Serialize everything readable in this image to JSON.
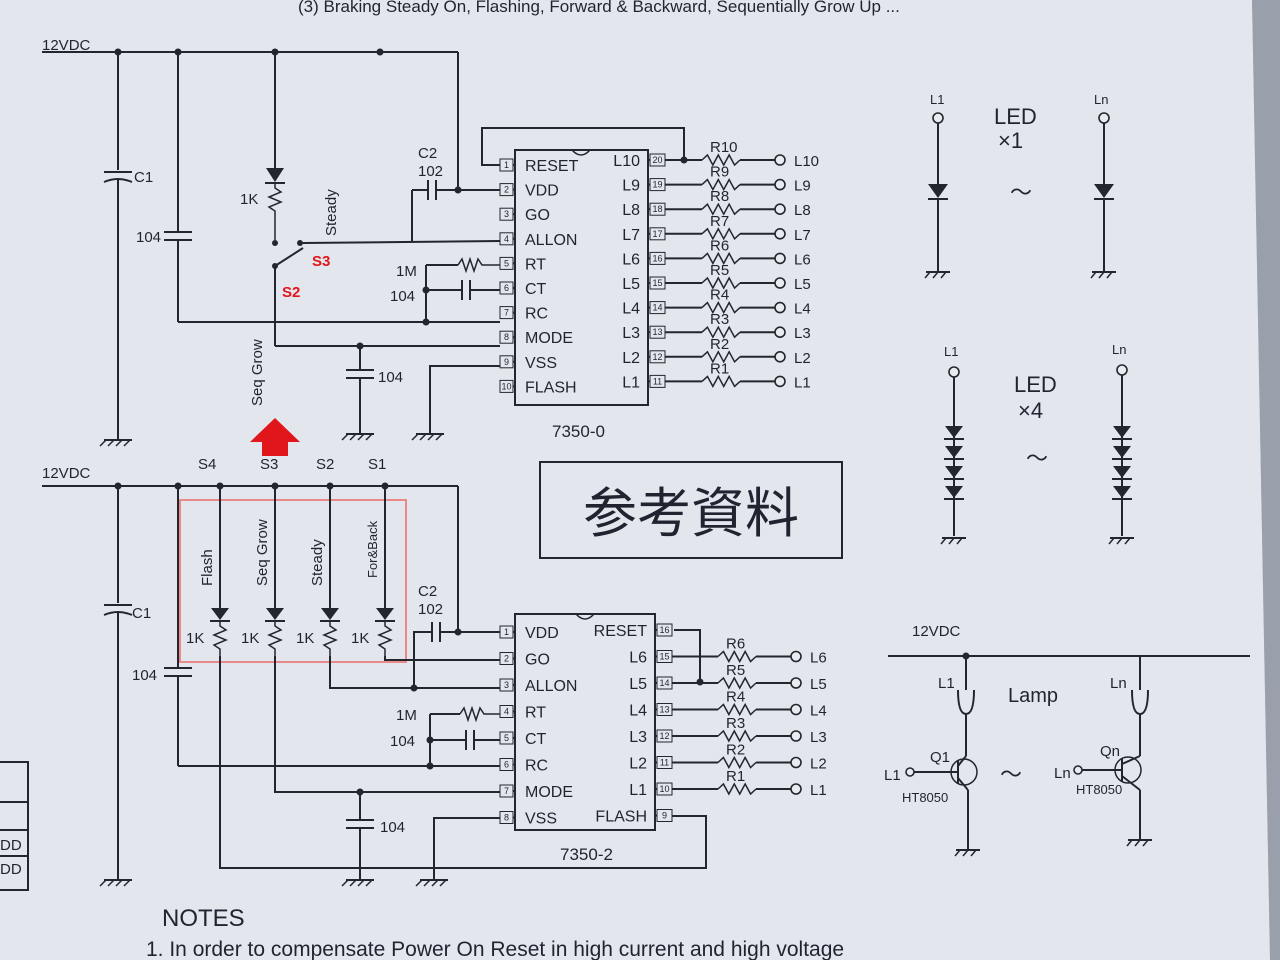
{
  "header_fragment": "(3) Braking        Steady On, Flashing, Forward & Backward, Sequentially Grow Up ...",
  "stamp": "参考資料",
  "notes": {
    "title": "NOTES",
    "item1": "1.  In order to compensate Power On Reset in high current and high voltage"
  },
  "left_margin_text": [
    "DD",
    "DD"
  ],
  "colors": {
    "wire": "#23262e",
    "paper": "#e4e7ed",
    "highlight_red": "#e0161b",
    "box_pink": "#e88a8a"
  },
  "top_circuit": {
    "supply": "12VDC",
    "ic_name": "7350-0",
    "left_pins": [
      {
        "num": "1",
        "name": "RESET"
      },
      {
        "num": "2",
        "name": "VDD"
      },
      {
        "num": "3",
        "name": "GO"
      },
      {
        "num": "4",
        "name": "ALLON"
      },
      {
        "num": "5",
        "name": "RT"
      },
      {
        "num": "6",
        "name": "CT"
      },
      {
        "num": "7",
        "name": "RC"
      },
      {
        "num": "8",
        "name": "MODE"
      },
      {
        "num": "9",
        "name": "VSS"
      },
      {
        "num": "10",
        "name": "FLASH"
      }
    ],
    "right_pins": [
      {
        "num": "20",
        "name": "L10",
        "res": "R10",
        "out": "L10"
      },
      {
        "num": "19",
        "name": "L9",
        "res": "R9",
        "out": "L9"
      },
      {
        "num": "18",
        "name": "L8",
        "res": "R8",
        "out": "L8"
      },
      {
        "num": "17",
        "name": "L7",
        "res": "R7",
        "out": "L7"
      },
      {
        "num": "16",
        "name": "L6",
        "res": "R6",
        "out": "L6"
      },
      {
        "num": "15",
        "name": "L5",
        "res": "R5",
        "out": "L5"
      },
      {
        "num": "14",
        "name": "L4",
        "res": "R4",
        "out": "L4"
      },
      {
        "num": "13",
        "name": "L3",
        "res": "R3",
        "out": "L3"
      },
      {
        "num": "12",
        "name": "L2",
        "res": "R2",
        "out": "L2"
      },
      {
        "num": "11",
        "name": "L1",
        "res": "R1",
        "out": "L1"
      }
    ],
    "c1": "C1",
    "c104_left": "104",
    "c2": "C2",
    "c2_value": "102",
    "r_rt": "1M",
    "c_ct": "104",
    "c_mode": "104",
    "r_led": "1K",
    "steady": "Steady",
    "seq_grow": "Seq Grow",
    "s3": "S3",
    "s2": "S2"
  },
  "bottom_circuit": {
    "supply": "12VDC",
    "ic_name": "7350-2",
    "switches": [
      "S4",
      "S3",
      "S2",
      "S1"
    ],
    "modes": [
      "Flash",
      "Seq Grow",
      "Steady",
      "For&Back"
    ],
    "r_led": "1K",
    "left_pins": [
      {
        "num": "1",
        "name": "VDD"
      },
      {
        "num": "2",
        "name": "GO"
      },
      {
        "num": "3",
        "name": "ALLON"
      },
      {
        "num": "4",
        "name": "RT"
      },
      {
        "num": "5",
        "name": "CT"
      },
      {
        "num": "6",
        "name": "RC"
      },
      {
        "num": "7",
        "name": "MODE"
      },
      {
        "num": "8",
        "name": "VSS"
      }
    ],
    "right_pins": [
      {
        "num": "16",
        "name": "RESET",
        "res": "",
        "out": ""
      },
      {
        "num": "15",
        "name": "L6",
        "res": "R6",
        "out": "L6"
      },
      {
        "num": "14",
        "name": "L5",
        "res": "R5",
        "out": "L5"
      },
      {
        "num": "13",
        "name": "L4",
        "res": "R4",
        "out": "L4"
      },
      {
        "num": "12",
        "name": "L3",
        "res": "R3",
        "out": "L3"
      },
      {
        "num": "11",
        "name": "L2",
        "res": "R2",
        "out": "L2"
      },
      {
        "num": "10",
        "name": "L1",
        "res": "R1",
        "out": "L1"
      },
      {
        "num": "9",
        "name": "FLASH",
        "res": "",
        "out": ""
      }
    ],
    "c1": "C1",
    "c104_left": "104",
    "c2": "C2",
    "c2_value": "102",
    "r_rt": "1M",
    "c_ct": "104",
    "c_mode": "104"
  },
  "led_x1": {
    "title": "LED",
    "mult": "×1",
    "first": "L1",
    "last": "Ln",
    "tilde": "～"
  },
  "led_x4": {
    "title": "LED",
    "mult": "×4",
    "first": "L1",
    "last": "Ln",
    "tilde": "～"
  },
  "lamp": {
    "supply": "12VDC",
    "title": "Lamp",
    "l1": "L1",
    "ln": "Ln",
    "q1": "Q1",
    "qn": "Qn",
    "in1": "L1",
    "inn": "Ln",
    "transistor": "HT8050",
    "tilde": "～"
  }
}
